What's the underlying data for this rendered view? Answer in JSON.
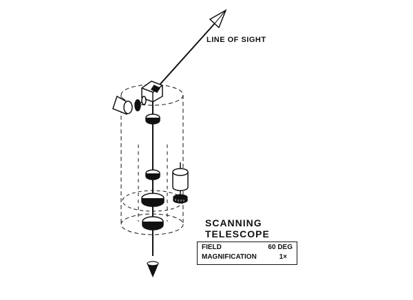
{
  "diagram": {
    "line_of_sight_label": "LINE OF SIGHT",
    "title_line1": "SCANNING",
    "title_line2": "TELESCOPE",
    "specs": [
      {
        "name": "FIELD",
        "value": "60 DEG"
      },
      {
        "name": "MAGNIFICATION",
        "value": "1×"
      }
    ],
    "colors": {
      "ink": "#111111",
      "background": "#ffffff"
    }
  }
}
